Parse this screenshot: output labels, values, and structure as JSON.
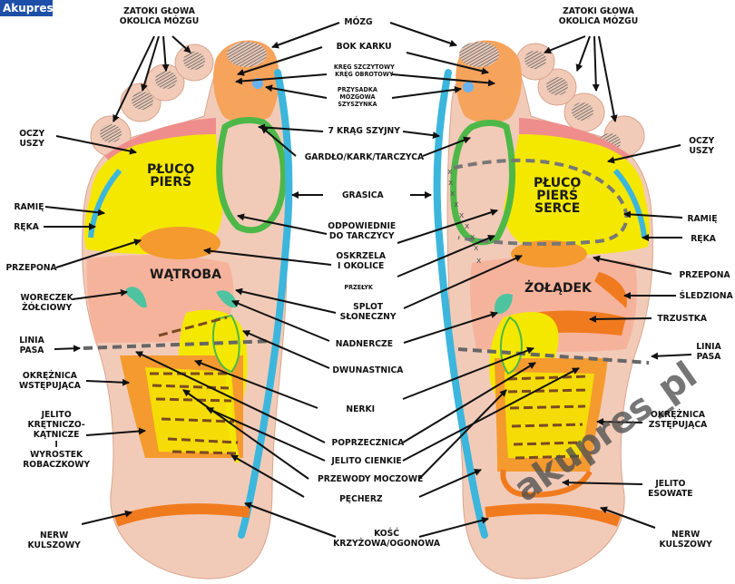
{
  "logo": {
    "text": "Akupres"
  },
  "watermark": {
    "text": "akupres_pl"
  },
  "left_labels": {
    "zatoki": "ZATOKI GŁOWA\nOKOLICA MÓZGU",
    "oczy": "OCZY\nUSZY",
    "ramie": "RAMIĘ",
    "reka": "RĘKA",
    "przepona": "PRZEPONA",
    "woreczek": "WORECZEK\nŻÓŁCIOWY",
    "linia": "LINIA\nPASA",
    "okreznica": "OKRĘŻNICA\nWSTĘPUJĄCA",
    "jelito": "JELITO\nKRĘTNICZO-\nKĄTNICZE\nI\nWYROSTEK\nROBACZKOWY",
    "nerw": "NERW\nKULSZOWY"
  },
  "center_labels": {
    "mozg": "MÓZG",
    "bok_karku": "BOK KARKU",
    "krag": "KRĘG SZCZYTOWY\nKRĘG OBROTOWY",
    "przysadka": "PRZYSADKA\nMÓZGOWA\nSZYSZYNKA",
    "krag7": "7 KRĄG SZYJNY",
    "gardlo": "GARDŁO/KARK/TARCZYCA",
    "grasica": "GRASICA",
    "odpowiednie": "ODPOWIEDNIE\nDO TARCZYCY",
    "oskrzela": "OSKRZELA\nI OKOLICE",
    "przelyk": "PRZEŁYK",
    "splot": "SPLOT\nSŁONECZNY",
    "nadnercze": "NADNERCZE",
    "dwunastnica": "DWUNASTNICA",
    "nerki": "NERKI",
    "poprzecznica": "POPRZECZNICA",
    "jelito_cienkie": "JELITO CIENKIE",
    "przewody": "PRZEWODY MOCZOWE",
    "pecherz": "PĘCHERZ",
    "kosc": "KOŚĆ\nKRZYŻOWA/OGONOWA"
  },
  "right_labels": {
    "zatoki": "ZATOKI GŁOWA\nOKOLICA MÓZGU",
    "oczy": "OCZY\nUSZY",
    "ramie": "RAMIĘ",
    "reka": "RĘKA",
    "przepona": "PRZEPONA",
    "sledziona": "ŚLEDZIONA",
    "trzustka": "TRZUSTKA",
    "linia": "LINIA\nPASA",
    "okreznica": "OKRĘŻNICA\nZSTĘPUJĄCA",
    "jelito": "JELITO\nESOWATE",
    "nerw": "NERW\nKULSZOWY"
  },
  "zones": {
    "pluco_left": "PŁUCO\nPIERŚ",
    "watroba": "WĄTROBA",
    "pluco_right": "PŁUCO\nPIERŚ\nSERCE",
    "zoladek": "ŻOŁĄDEK"
  }
}
